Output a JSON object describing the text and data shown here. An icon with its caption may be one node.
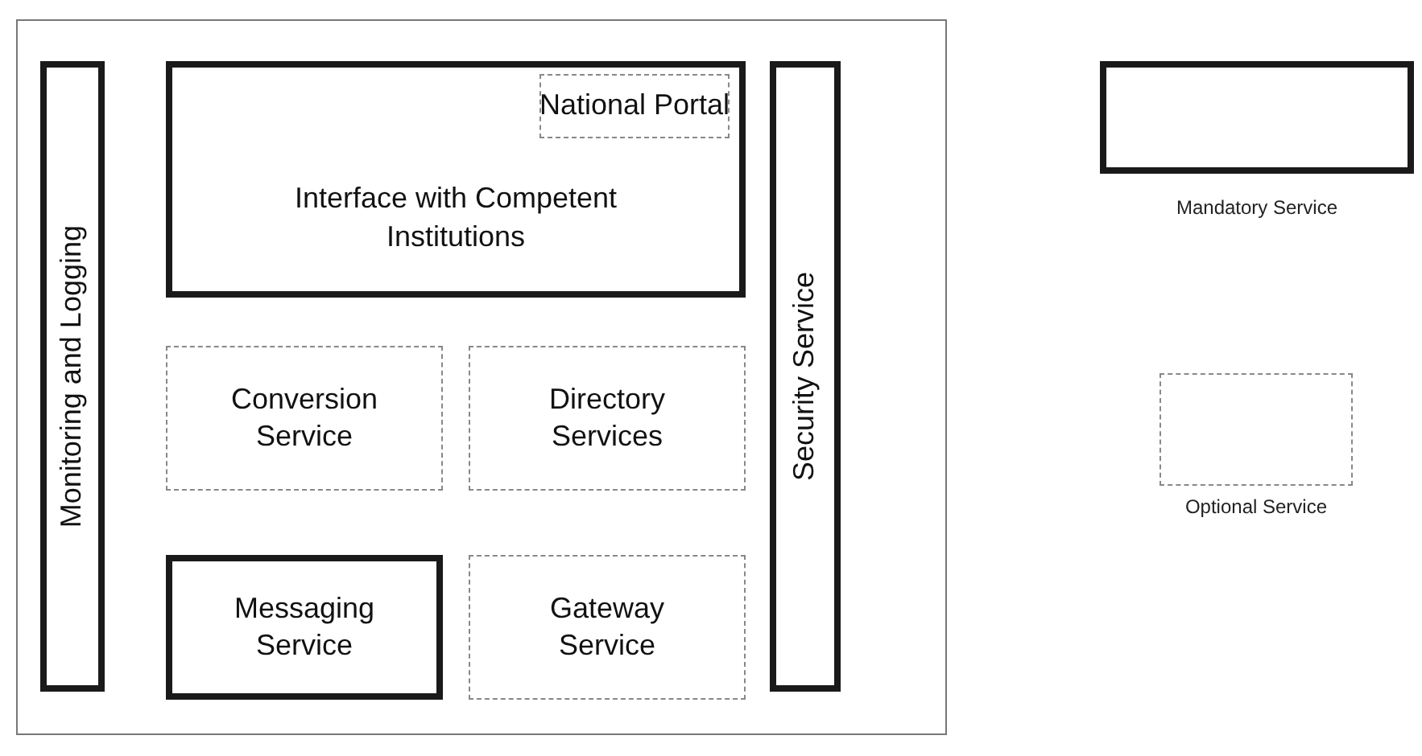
{
  "diagram": {
    "nodes": [
      {
        "text": [],
        "shape": "box"
      },
      {
        "text": [
          "Monitoring and Logging"
        ],
        "in": 0
      },
      {
        "text": [
          "Interface with Competent Institutions"
        ],
        "in": 0
      },
      {
        "text": [
          "National Portal"
        ],
        "in": 2
      },
      {
        "text": [
          "Security Service"
        ],
        "in": 0
      },
      {
        "text": [
          "Conversion Service"
        ],
        "in": 0
      },
      {
        "text": [
          "Directory Services"
        ],
        "in": 0
      },
      {
        "text": [
          "Messaging Service"
        ],
        "in": 0
      },
      {
        "text": [
          "Gateway Service"
        ],
        "in": 0
      }
    ],
    "edges": [],
    "legend": [
      {
        "text": "Mandatory Service"
      },
      {
        "text": "Optional Service"
      }
    ]
  }
}
